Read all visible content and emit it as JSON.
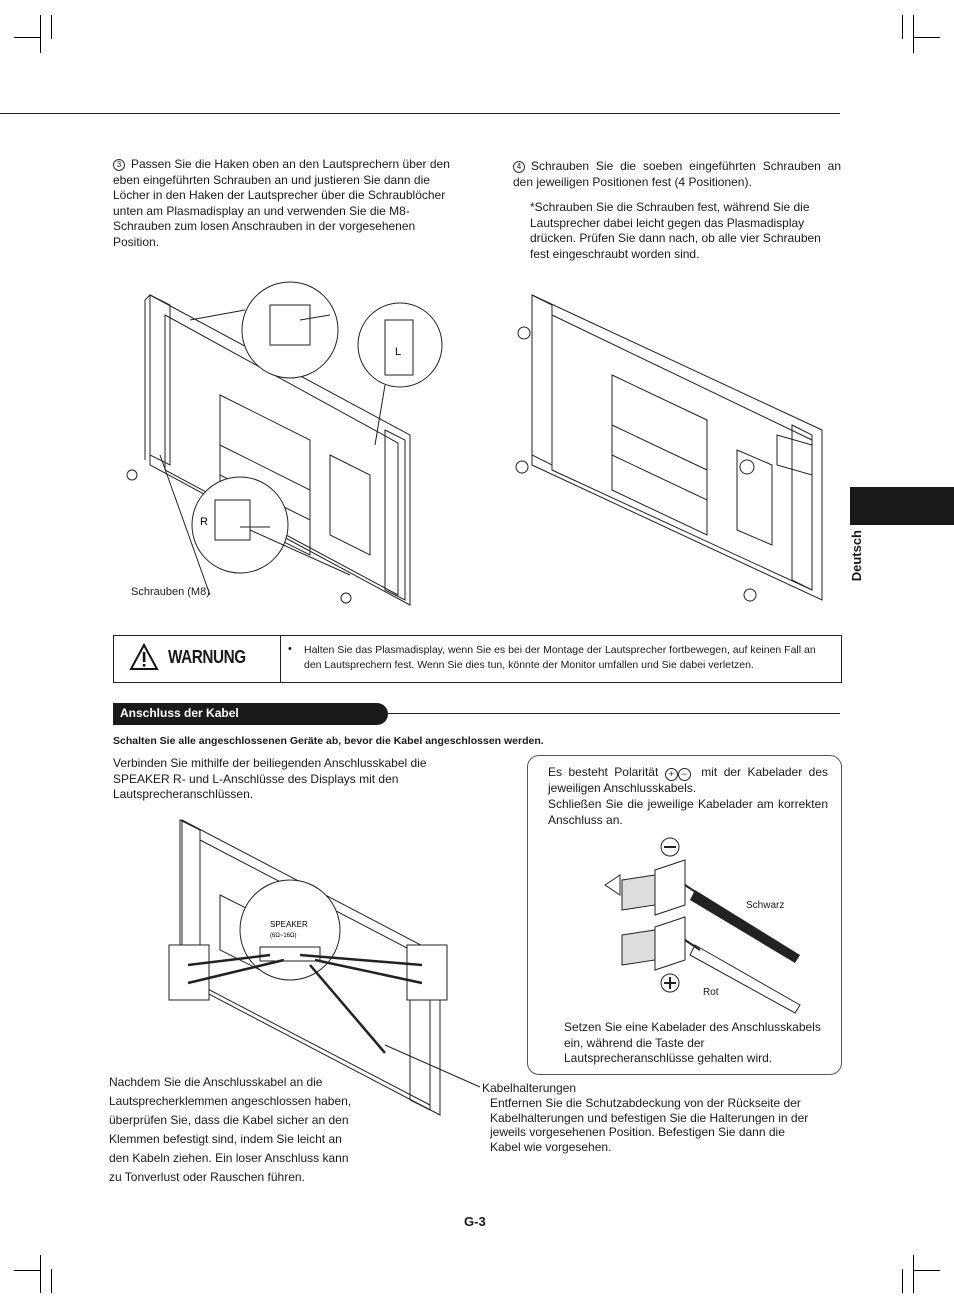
{
  "step3": {
    "num": "3",
    "text": "Passen Sie die Haken oben an den Lautsprechern über den eben eingeführten Schrauben an und justieren Sie dann die Löcher in den Haken der Lautsprecher über die Schraublöcher unten am Plasmadisplay an und verwenden Sie die M8- Schrauben zum losen Anschrauben in der vorgesehenen Position."
  },
  "step4": {
    "num": "4",
    "text": "Schrauben Sie die soeben eingeführten Schrauben an den jeweiligen Positionen fest (4 Positionen).",
    "note": "*Schrauben Sie die Schrauben fest, während Sie die Lautsprecher dabei leicht gegen das Plasmadisplay drücken. Prüfen Sie dann nach, ob alle vier Schrauben fest eingeschraubt worden sind."
  },
  "figure1": {
    "label_screws": "Schrauben (M8)",
    "label_R": "R",
    "label_L": "L"
  },
  "warning": {
    "title": "WARNUNG",
    "bullet": "•",
    "text": "Halten Sie das Plasmadisplay, wenn Sie es bei der Montage der Lautsprecher fortbewegen, auf keinen Fall an den Lautsprechern fest. Wenn Sie dies tun, könnte der Monitor umfallen und Sie dabei verletzen."
  },
  "section": {
    "title": "Anschluss der Kabel",
    "lead": "Schalten Sie alle angeschlossenen Geräte ab, bevor die Kabel angeschlossen werden.",
    "intro": "Verbinden Sie mithilfe der beiliegenden Anschlusskabel die SPEAKER R- und L-Anschlüsse des Displays mit den Lautsprecheranschlüssen.",
    "after": "Nachdem Sie die Anschlusskabel an die Lautsprecherklemmen angeschlossen haben, überprüfen Sie, dass die Kabel sicher an den Klemmen befestigt sind, indem Sie leicht an den Kabeln ziehen. Ein loser Anschluss kann zu Tonverlust oder Rauschen führen.",
    "holders_title": "Kabelhalterungen",
    "holders_text": "Entfernen Sie die Schutzabdeckung von der Rückseite der Kabelhalterungen und befestigen Sie die Halterungen in der jeweils vorgesehenen Position. Befestigen Sie dann die Kabel wie vorgesehen."
  },
  "callout": {
    "polarity_a": "Es besteht Polarität",
    "polarity_b": "mit der Kabelader des jeweiligen Anschlusskabels.",
    "connect": "Schließen Sie die jeweilige Kabelader am korrekten Anschluss an.",
    "label_black": "Schwarz",
    "label_red": "Rot",
    "insert": "Setzen Sie eine Kabelader des Anschlusskabels ein, während die Taste der Lautsprecheranschlüsse gehalten wird.",
    "speaker_label": "SPEAKER",
    "speaker_sub": "(6Ω~16Ω)"
  },
  "side_tab": "Deutsch",
  "page_number": "G-3"
}
